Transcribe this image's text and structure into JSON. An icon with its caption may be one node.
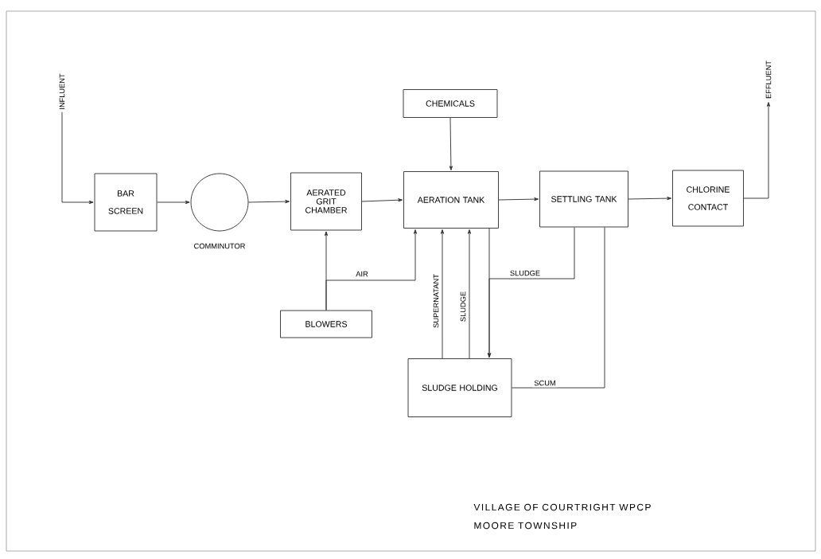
{
  "diagram": {
    "nodes": [
      {
        "text": [
          "INFLUENT"
        ]
      },
      {
        "text": [
          "BAR SCREEN"
        ]
      },
      {
        "text": [],
        "shape": "circle",
        "beside": [
          "COMMINUTOR"
        ]
      },
      {
        "text": [
          "AERATED GRIT CHAMBER"
        ]
      },
      {
        "text": [
          "CHEMICALS"
        ]
      },
      {
        "text": [
          "AERATION TANK"
        ]
      },
      {
        "text": [
          "SETTLING TANK"
        ]
      },
      {
        "text": [
          "CHLORINE CONTACT"
        ]
      },
      {
        "text": [
          "EFFLUENT"
        ]
      },
      {
        "text": [
          "BLOWERS"
        ]
      },
      {
        "text": [
          "SLUDGE HOLDING"
        ]
      }
    ],
    "edges": [
      {
        "from": 0,
        "to": 1,
        "arrow": "to"
      },
      {
        "from": 1,
        "to": 2,
        "arrow": "to"
      },
      {
        "from": 2,
        "to": 3,
        "arrow": "to"
      },
      {
        "from": 3,
        "to": 5,
        "arrow": "to"
      },
      {
        "from": 4,
        "to": 5,
        "arrow": "to"
      },
      {
        "from": 5,
        "to": 6,
        "arrow": "to"
      },
      {
        "from": 6,
        "to": 7,
        "arrow": "to"
      },
      {
        "from": 7,
        "to": 8,
        "arrow": "to"
      },
      {
        "from": 9,
        "to": 3,
        "arrow": "to"
      },
      {
        "from": 9,
        "to": 5,
        "arrow": "to",
        "label": "AIR"
      },
      {
        "from": 10,
        "to": 5,
        "arrow": "to",
        "label": "SUPERNATANT"
      },
      {
        "from": 10,
        "to": 5,
        "arrow": "to",
        "label": "SLUDGE"
      },
      {
        "from": 5,
        "to": 10,
        "arrow": "to"
      },
      {
        "from": 6,
        "to": 10,
        "arrow": "to",
        "label": "SLUDGE"
      },
      {
        "from": 6,
        "to": 10,
        "arrow": "none",
        "label": "SCUM"
      }
    ],
    "labels": [
      "VILLAGE OF COURTRIGHT    WPCP",
      "MOORE TOWNSHIP"
    ]
  }
}
